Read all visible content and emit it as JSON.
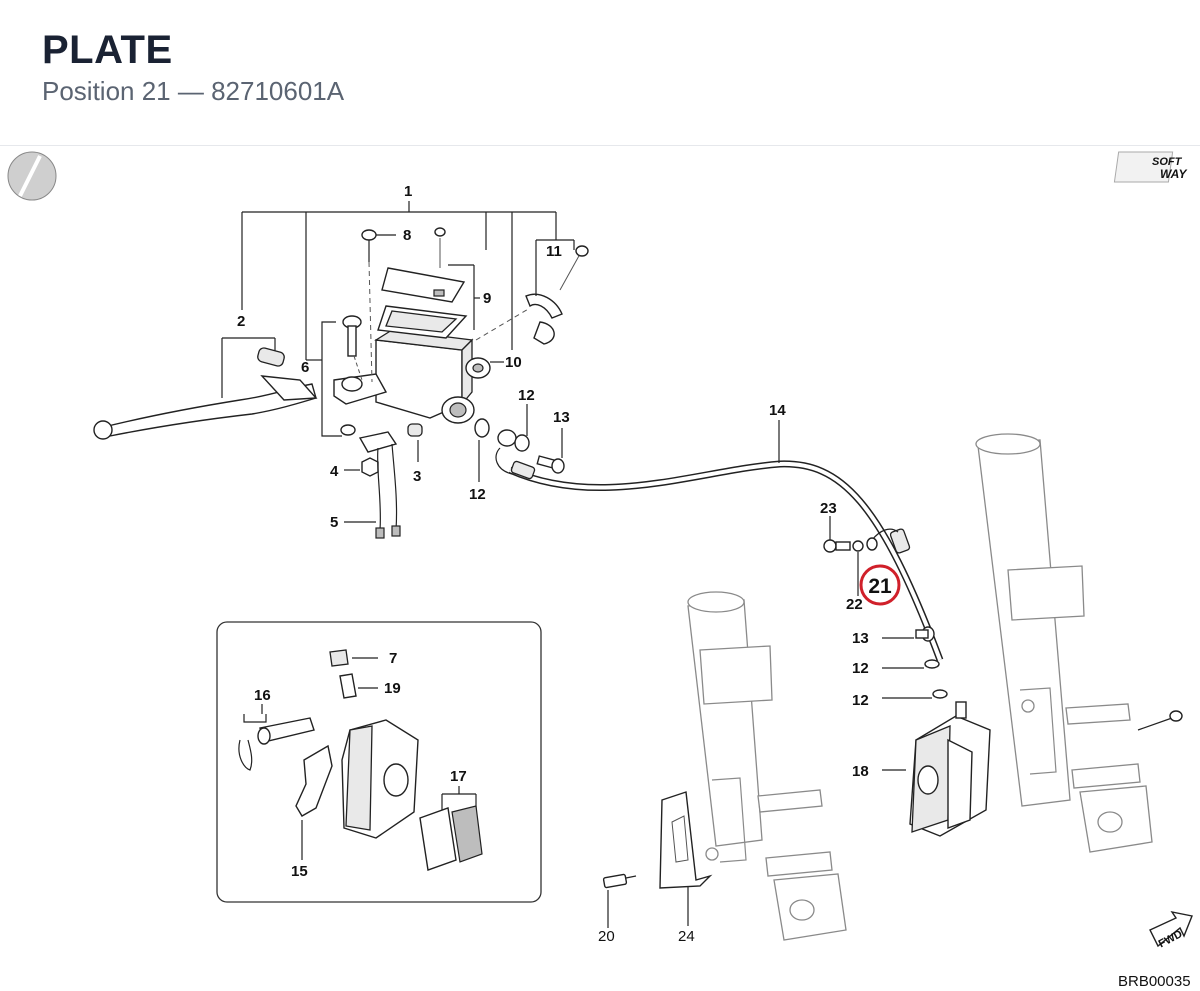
{
  "header": {
    "title": "PLATE",
    "subtitle": "Position 21 — 82710601A"
  },
  "diagram": {
    "brand_logo": "SOFT WAY",
    "logo_line1": "SOFT",
    "logo_line2": "WAY",
    "fwd_label": "FWD",
    "reference_code": "BRB00035",
    "highlight": {
      "label": "21",
      "color": "#d0202a"
    },
    "callouts": {
      "c1": "1",
      "c2": "2",
      "c3": "3",
      "c4": "4",
      "c5": "5",
      "c6": "6",
      "c7": "7",
      "c8": "8",
      "c9": "9",
      "c10": "10",
      "c11": "11",
      "c12a": "12",
      "c12b": "12",
      "c12c": "12",
      "c12d": "12",
      "c13a": "13",
      "c13b": "13",
      "c14": "14",
      "c15": "15",
      "c16": "16",
      "c17": "17",
      "c18": "18",
      "c19": "19",
      "c20": "20",
      "c22": "22",
      "c23": "23",
      "c24": "24"
    }
  }
}
